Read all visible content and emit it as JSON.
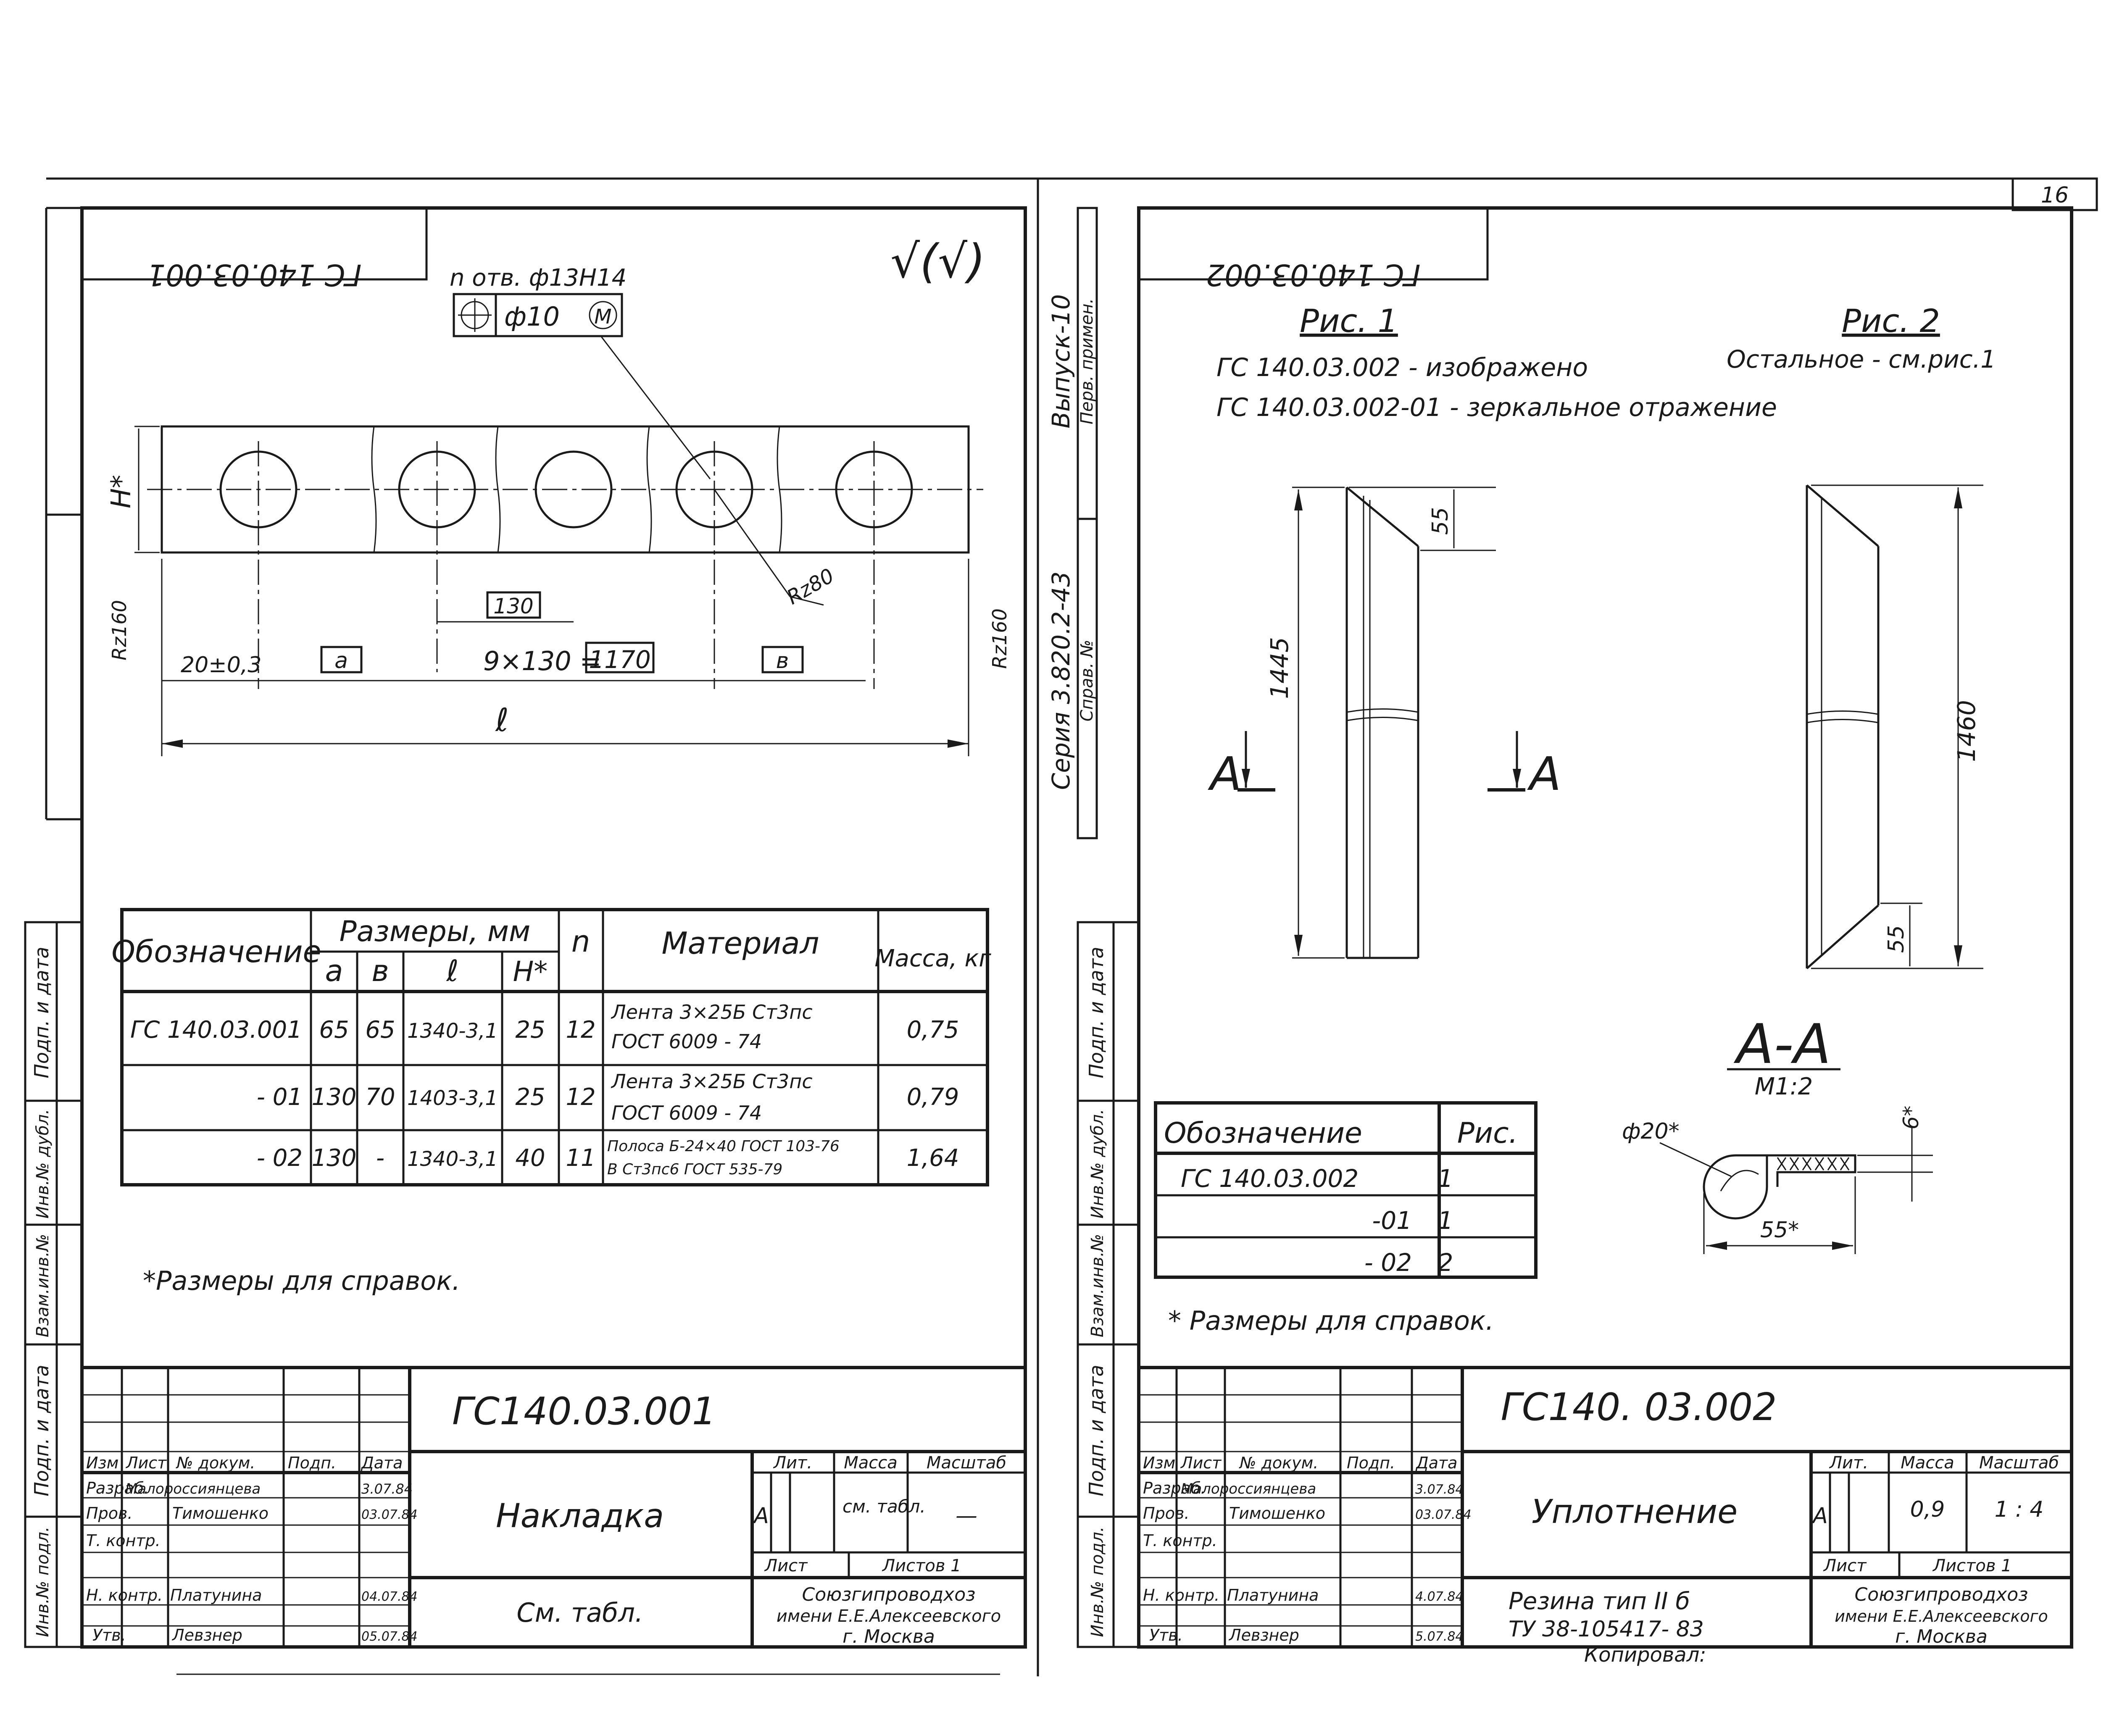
{
  "sheet_number": "16",
  "series_side": {
    "issue": "Выпуск-10",
    "series": "Серия 3.820.2-43",
    "perv_primen": "Перв. примен.",
    "sprav": "Справ. №"
  },
  "side_stamp": {
    "podp_data": "Подп. и дата",
    "vzam": "Взам.инв.№",
    "inv_dubl": "Инв.№ дубл.",
    "inv_podl": "Инв.№ подл."
  },
  "left": {
    "mirror_title": "ГС 140.03.001",
    "hole_note": "n отв. ф13Н14",
    "tolerance_value": "ф10",
    "tolerance_mod": "М",
    "roughness_general": "√(√)",
    "dim_H": "Н*",
    "dim_20": "20±0,3",
    "dim_a": "а",
    "dim_130": "130",
    "dim_9x130": "9×130 =",
    "dim_1170": "1170",
    "dim_b": "в",
    "dim_l": "ℓ",
    "rz_left": "Rz160",
    "rz_right": "Rz160",
    "rz_hole": "Rz80",
    "table": {
      "h_designation": "Обозначение",
      "h_sizes": "Размеры, мм",
      "h_a": "а",
      "h_b": "в",
      "h_l": "ℓ",
      "h_H": "Н*",
      "h_n": "n",
      "h_material": "Материал",
      "h_mass": "Масса, кг",
      "rows": [
        {
          "designation": "ГС 140.03.001",
          "a": "65",
          "b": "65",
          "l": "1340-3,1",
          "H": "25",
          "n": "12",
          "material_1": "Лента 3×25Б Ст3пс",
          "material_2": "ГОСТ 6009 - 74",
          "mass": "0,75"
        },
        {
          "designation": "- 01",
          "a": "130",
          "b": "70",
          "l": "1403-3,1",
          "H": "25",
          "n": "12",
          "material_1": "Лента 3×25Б Ст3пс",
          "material_2": "ГОСТ 6009 - 74",
          "mass": "0,79"
        },
        {
          "designation": "- 02",
          "a": "130",
          "b": "-",
          "l": "1340-3,1",
          "H": "40",
          "n": "11",
          "material_1": "Полоса Б-24×40 ГОСТ 103-76",
          "material_2": "В Ст3пс6 ГОСТ 535-79",
          "mass": "1,64"
        }
      ]
    },
    "footnote": "*Размеры для справок.",
    "stamp": {
      "code": "ГС140.03.001",
      "name": "Накладка",
      "material": "См. табл.",
      "lit_h": "Лит.",
      "mass_h": "Масса",
      "scale_h": "Масштаб",
      "lit": "А",
      "mass": "см. табл.",
      "scale": "—",
      "sheet_h": "Лист",
      "sheets_h": "Листов 1",
      "org_1": "Союзгипроводхоз",
      "org_2": "имени Е.Е.Алексеевского",
      "org_3": "г. Москва",
      "col_izm": "Изм",
      "col_list": "Лист",
      "col_doc": "№ докум.",
      "col_podp": "Подп.",
      "col_data": "Дата",
      "r1_role": "Разраб.",
      "r1_name": "Малороссиянцева",
      "r1_date": "3.07.84",
      "r2_role": "Пров.",
      "r2_name": "Тимошенко",
      "r2_date": "03.07.84",
      "r3_role": "Т. контр.",
      "r4_role": "Н. контр.",
      "r4_name": "Платунина",
      "r4_date": "04.07.84",
      "r5_role": "Утв.",
      "r5_name": "Левзнер",
      "r5_date": "05.07.84"
    }
  },
  "right": {
    "mirror_title": "ГС 140.03.002",
    "fig1": "Рис. 1",
    "fig2": "Рис. 2",
    "fig1_note1": "ГС 140.03.002 - изображено",
    "fig1_note2": "ГС 140.03.002-01 - зеркальное отражение",
    "fig2_note": "Остальное - см.рис.1",
    "dim_55_top": "55",
    "dim_1445": "1445",
    "dim_1460": "1460",
    "dim_55_bot": "55",
    "section_mark_left": "А",
    "section_mark_right": "А",
    "section_title": "А-А",
    "section_scale": "М1:2",
    "sec_d20": "ф20*",
    "sec_6": "6*",
    "sec_55": "55*",
    "table": {
      "h_designation": "Обозначение",
      "h_fig": "Рис.",
      "rows": [
        {
          "designation": "ГС 140.03.002",
          "fig": "1"
        },
        {
          "designation": "-01",
          "fig": "1"
        },
        {
          "designation": "- 02",
          "fig": "2"
        }
      ]
    },
    "footnote": "* Размеры для справок.",
    "stamp": {
      "code": "ГС140. 03.002",
      "name": "Уплотнение",
      "material_1": "Резина тип II б",
      "material_2": "ТУ 38-105417- 83",
      "lit_h": "Лит.",
      "mass_h": "Масса",
      "scale_h": "Масштаб",
      "lit": "А",
      "mass": "0,9",
      "scale": "1 : 4",
      "sheet_h": "Лист",
      "sheets_h": "Листов 1",
      "org_1": "Союзгипроводхоз",
      "org_2": "имени Е.Е.Алексеевского",
      "org_3": "г. Москва",
      "col_izm": "Изм",
      "col_list": "Лист",
      "col_doc": "№ докум.",
      "col_podp": "Подп.",
      "col_data": "Дата",
      "r1_role": "Разраб.",
      "r1_name": "Малороссиянцева",
      "r1_date": "3.07.84",
      "r2_role": "Пров.",
      "r2_name": "Тимошенко",
      "r2_date": "03.07.84",
      "r3_role": "Т. контр.",
      "r4_role": "Н. контр.",
      "r4_name": "Платунина",
      "r4_date": "4.07.84",
      "r5_role": "Утв.",
      "r5_name": "Левзнер",
      "r5_date": "5.07.84",
      "copied": "Копировал:"
    }
  }
}
